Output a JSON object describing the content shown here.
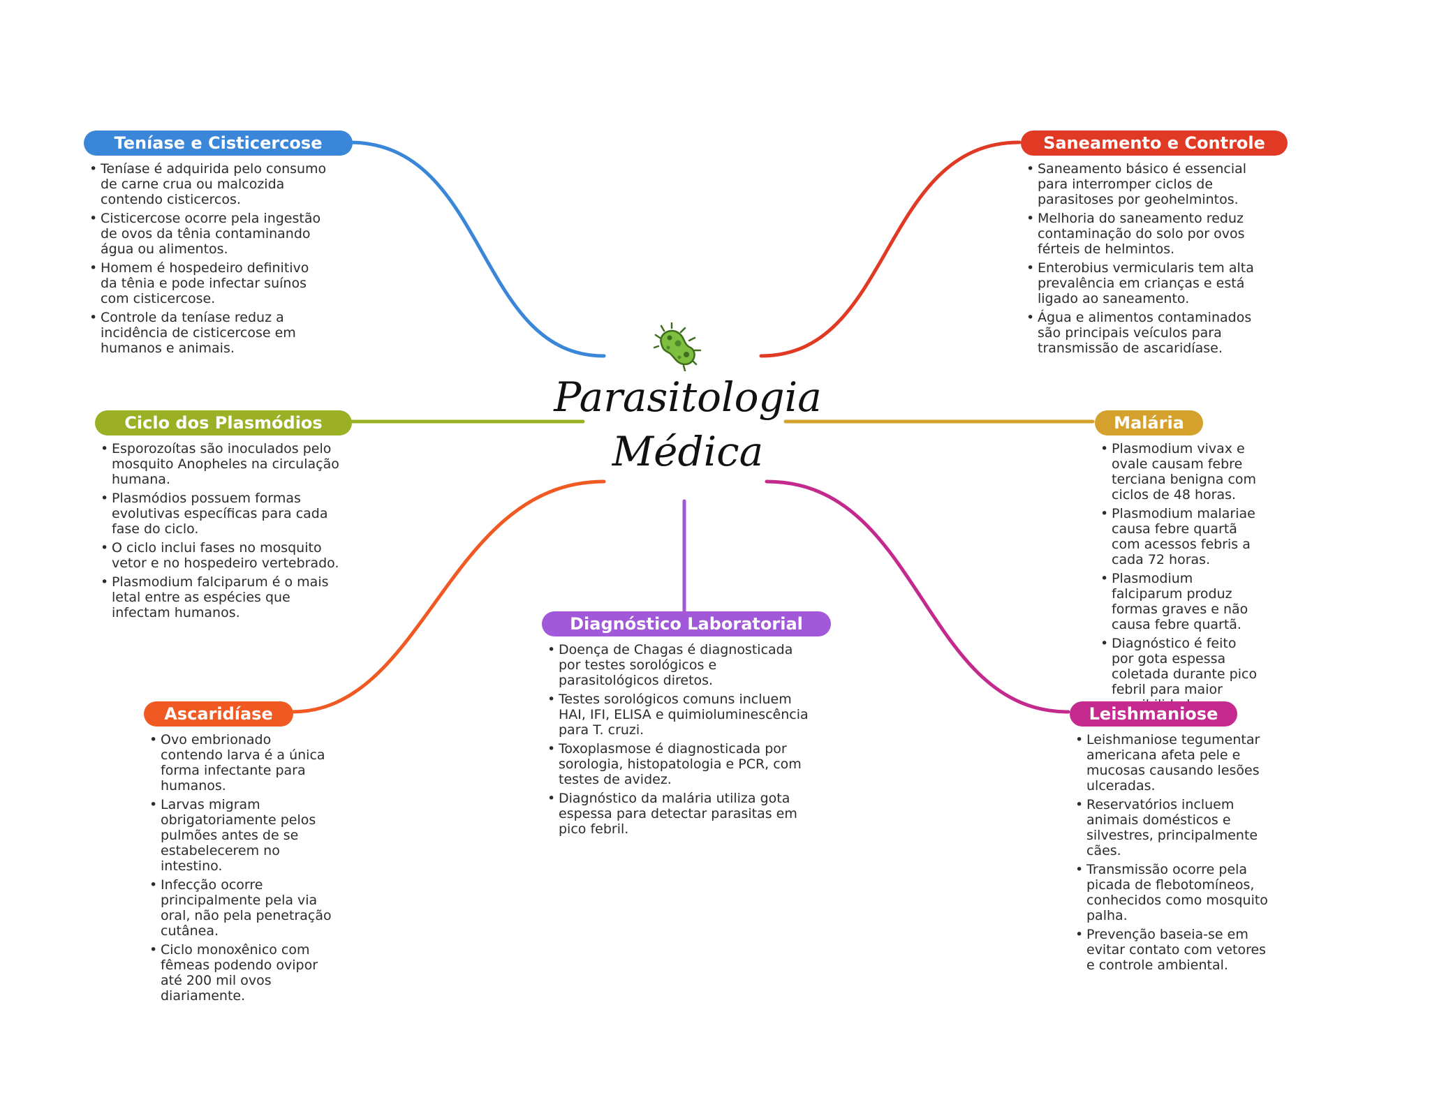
{
  "center": {
    "title_line1": "Parasitologia",
    "title_line2": "Médica",
    "icon": "microbe-icon"
  },
  "branches": {
    "teniase": {
      "title": "Teníase e Cisticercose",
      "color": "#3a86d8",
      "items": [
        "Teníase é adquirida pelo consumo de carne crua ou malcozida contendo cisticercos.",
        "Cisticercose ocorre pela ingestão de ovos da tênia contaminando água ou alimentos.",
        "Homem é hospedeiro definitivo da tênia e pode infectar suínos com cisticercose.",
        "Controle da teníase reduz a incidência de cisticercose em humanos e animais."
      ]
    },
    "saneamento": {
      "title": "Saneamento e Controle",
      "color": "#e03a24",
      "items": [
        "Saneamento básico é essencial para interromper ciclos de parasitoses por geohelmintos.",
        "Melhoria do saneamento reduz contaminação do solo por ovos férteis de helmintos.",
        "Enterobius vermicularis tem alta prevalência em crianças e está ligado ao saneamento.",
        "Água e alimentos contaminados são principais veículos para transmissão de ascaridíase."
      ]
    },
    "ciclo": {
      "title": "Ciclo dos Plasmódios",
      "color": "#9bb025",
      "items": [
        "Esporozoítas são inoculados pelo mosquito Anopheles na circulação humana.",
        "Plasmódios possuem formas evolutivas específicas para cada fase do ciclo.",
        "O ciclo inclui fases no mosquito vetor e no hospedeiro vertebrado.",
        "Plasmodium falciparum é o mais letal entre as espécies que infectam humanos."
      ]
    },
    "malaria": {
      "title": "Malária",
      "color": "#d4a22c",
      "items": [
        "Plasmodium vivax e ovale causam febre terciana benigna com ciclos de 48 horas.",
        "Plasmodium malariae causa febre quartã com acessos febris a cada 72 horas.",
        "Plasmodium falciparum produz formas graves e não causa febre quartã.",
        "Diagnóstico é feito por gota espessa coletada durante pico febril para maior sensibilidade."
      ]
    },
    "diagnostico": {
      "title": "Diagnóstico Laboratorial",
      "color": "#a259d9",
      "items": [
        "Doença de Chagas é diagnosticada por testes sorológicos e parasitológicos diretos.",
        "Testes sorológicos comuns incluem HAI, IFI, ELISA e quimioluminescência para T. cruzi.",
        "Toxoplasmose é diagnosticada por sorologia, histopatologia e PCR, com testes de avidez.",
        "Diagnóstico da malária utiliza gota espessa para detectar parasitas em pico febril."
      ]
    },
    "ascaridiase": {
      "title": "Ascaridíase",
      "color": "#f05a22",
      "items": [
        "Ovo embrionado contendo larva é a única forma infectante para humanos.",
        "Larvas migram obrigatoriamente pelos pulmões antes de se estabelecerem no intestino.",
        "Infecção ocorre principalmente pela via oral, não pela penetração cutânea.",
        "Ciclo monoxênico com fêmeas podendo ovipor até 200 mil ovos diariamente."
      ]
    },
    "leishmaniose": {
      "title": "Leishmaniose",
      "color": "#c42a8e",
      "items": [
        "Leishmaniose tegumentar americana afeta pele e mucosas causando lesões ulceradas.",
        "Reservatórios incluem animais domésticos e silvestres, principalmente cães.",
        "Transmissão ocorre pela picada de flebotomíneos, conhecidos como mosquito palha.",
        "Prevenção baseia-se em evitar contato com vetores e controle ambiental."
      ]
    }
  }
}
